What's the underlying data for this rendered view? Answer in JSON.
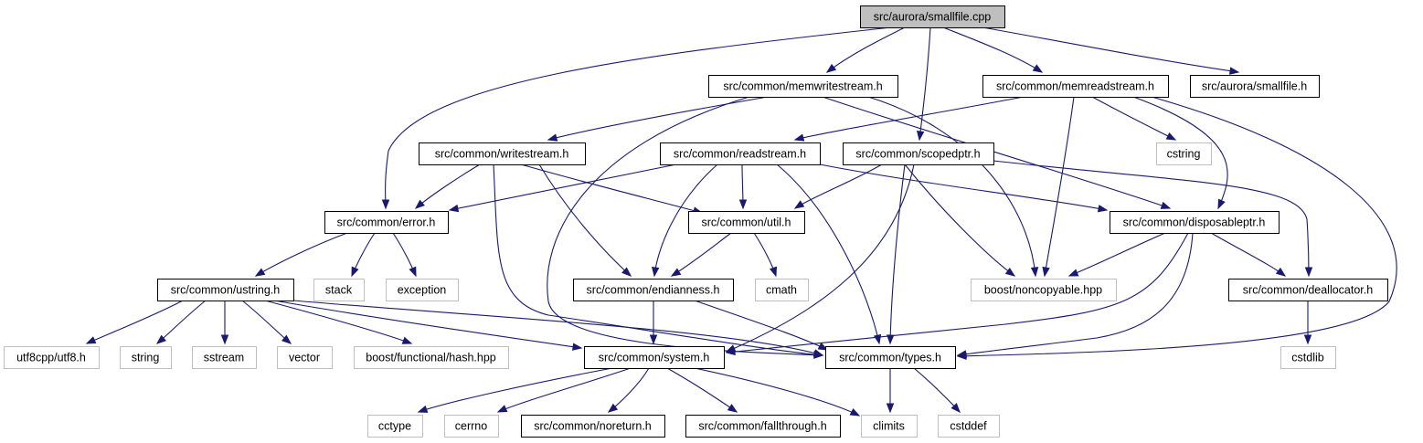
{
  "diagram": {
    "kind": "include-dependency-graph",
    "colors": {
      "edge": "#191970",
      "root_fill": "#bfbfbf",
      "node_border": "#000000",
      "external_border": "#bfbfbf"
    },
    "nodes": [
      {
        "id": "smallfile_cpp",
        "label": "src/aurora/smallfile.cpp",
        "kind": "root"
      },
      {
        "id": "memwritestream",
        "label": "src/common/memwritestream.h",
        "kind": "local"
      },
      {
        "id": "memreadstream",
        "label": "src/common/memreadstream.h",
        "kind": "local"
      },
      {
        "id": "smallfile_h",
        "label": "src/aurora/smallfile.h",
        "kind": "local"
      },
      {
        "id": "writestream",
        "label": "src/common/writestream.h",
        "kind": "local"
      },
      {
        "id": "readstream",
        "label": "src/common/readstream.h",
        "kind": "local"
      },
      {
        "id": "scopedptr",
        "label": "src/common/scopedptr.h",
        "kind": "local"
      },
      {
        "id": "cstring",
        "label": "cstring",
        "kind": "external"
      },
      {
        "id": "error",
        "label": "src/common/error.h",
        "kind": "local"
      },
      {
        "id": "util",
        "label": "src/common/util.h",
        "kind": "local"
      },
      {
        "id": "disposableptr",
        "label": "src/common/disposableptr.h",
        "kind": "local"
      },
      {
        "id": "ustring",
        "label": "src/common/ustring.h",
        "kind": "local"
      },
      {
        "id": "stack",
        "label": "stack",
        "kind": "external"
      },
      {
        "id": "exception",
        "label": "exception",
        "kind": "external"
      },
      {
        "id": "endianness",
        "label": "src/common/endianness.h",
        "kind": "local"
      },
      {
        "id": "cmath",
        "label": "cmath",
        "kind": "external"
      },
      {
        "id": "noncopyable",
        "label": "boost/noncopyable.hpp",
        "kind": "external"
      },
      {
        "id": "deallocator",
        "label": "src/common/deallocator.h",
        "kind": "local"
      },
      {
        "id": "utf8",
        "label": "utf8cpp/utf8.h",
        "kind": "external"
      },
      {
        "id": "string",
        "label": "string",
        "kind": "external"
      },
      {
        "id": "sstream",
        "label": "sstream",
        "kind": "external"
      },
      {
        "id": "vector",
        "label": "vector",
        "kind": "external"
      },
      {
        "id": "hash",
        "label": "boost/functional/hash.hpp",
        "kind": "external"
      },
      {
        "id": "system",
        "label": "src/common/system.h",
        "kind": "local"
      },
      {
        "id": "types",
        "label": "src/common/types.h",
        "kind": "local"
      },
      {
        "id": "cstdlib",
        "label": "cstdlib",
        "kind": "external"
      },
      {
        "id": "cctype",
        "label": "cctype",
        "kind": "external"
      },
      {
        "id": "cerrno",
        "label": "cerrno",
        "kind": "external"
      },
      {
        "id": "noreturn",
        "label": "src/common/noreturn.h",
        "kind": "local"
      },
      {
        "id": "fallthrough",
        "label": "src/common/fallthrough.h",
        "kind": "local"
      },
      {
        "id": "climits",
        "label": "climits",
        "kind": "external"
      },
      {
        "id": "cstddef",
        "label": "cstddef",
        "kind": "external"
      }
    ],
    "edges": [
      {
        "from": "smallfile_cpp",
        "to": "memwritestream"
      },
      {
        "from": "smallfile_cpp",
        "to": "memreadstream"
      },
      {
        "from": "smallfile_cpp",
        "to": "smallfile_h"
      },
      {
        "from": "smallfile_cpp",
        "to": "scopedptr"
      },
      {
        "from": "smallfile_cpp",
        "to": "error"
      },
      {
        "from": "memwritestream",
        "to": "writestream"
      },
      {
        "from": "memwritestream",
        "to": "disposableptr"
      },
      {
        "from": "memwritestream",
        "to": "noncopyable"
      },
      {
        "from": "memwritestream",
        "to": "types"
      },
      {
        "from": "memreadstream",
        "to": "readstream"
      },
      {
        "from": "memreadstream",
        "to": "cstring"
      },
      {
        "from": "memreadstream",
        "to": "disposableptr"
      },
      {
        "from": "memreadstream",
        "to": "noncopyable"
      },
      {
        "from": "memreadstream",
        "to": "types"
      },
      {
        "from": "writestream",
        "to": "error"
      },
      {
        "from": "writestream",
        "to": "util"
      },
      {
        "from": "writestream",
        "to": "endianness"
      },
      {
        "from": "writestream",
        "to": "types"
      },
      {
        "from": "readstream",
        "to": "error"
      },
      {
        "from": "readstream",
        "to": "util"
      },
      {
        "from": "readstream",
        "to": "endianness"
      },
      {
        "from": "readstream",
        "to": "disposableptr"
      },
      {
        "from": "readstream",
        "to": "types"
      },
      {
        "from": "scopedptr",
        "to": "util"
      },
      {
        "from": "scopedptr",
        "to": "noncopyable"
      },
      {
        "from": "scopedptr",
        "to": "deallocator"
      },
      {
        "from": "scopedptr",
        "to": "system"
      },
      {
        "from": "scopedptr",
        "to": "types"
      },
      {
        "from": "error",
        "to": "ustring"
      },
      {
        "from": "error",
        "to": "stack"
      },
      {
        "from": "error",
        "to": "exception"
      },
      {
        "from": "util",
        "to": "endianness"
      },
      {
        "from": "util",
        "to": "cmath"
      },
      {
        "from": "disposableptr",
        "to": "noncopyable"
      },
      {
        "from": "disposableptr",
        "to": "deallocator"
      },
      {
        "from": "disposableptr",
        "to": "system"
      },
      {
        "from": "disposableptr",
        "to": "types"
      },
      {
        "from": "ustring",
        "to": "utf8"
      },
      {
        "from": "ustring",
        "to": "string"
      },
      {
        "from": "ustring",
        "to": "sstream"
      },
      {
        "from": "ustring",
        "to": "vector"
      },
      {
        "from": "ustring",
        "to": "hash"
      },
      {
        "from": "ustring",
        "to": "system"
      },
      {
        "from": "ustring",
        "to": "types"
      },
      {
        "from": "endianness",
        "to": "system"
      },
      {
        "from": "endianness",
        "to": "types"
      },
      {
        "from": "deallocator",
        "to": "cstdlib"
      },
      {
        "from": "system",
        "to": "cctype"
      },
      {
        "from": "system",
        "to": "cerrno"
      },
      {
        "from": "system",
        "to": "noreturn"
      },
      {
        "from": "system",
        "to": "fallthrough"
      },
      {
        "from": "system",
        "to": "climits"
      },
      {
        "from": "types",
        "to": "climits"
      },
      {
        "from": "types",
        "to": "cstddef"
      }
    ]
  }
}
